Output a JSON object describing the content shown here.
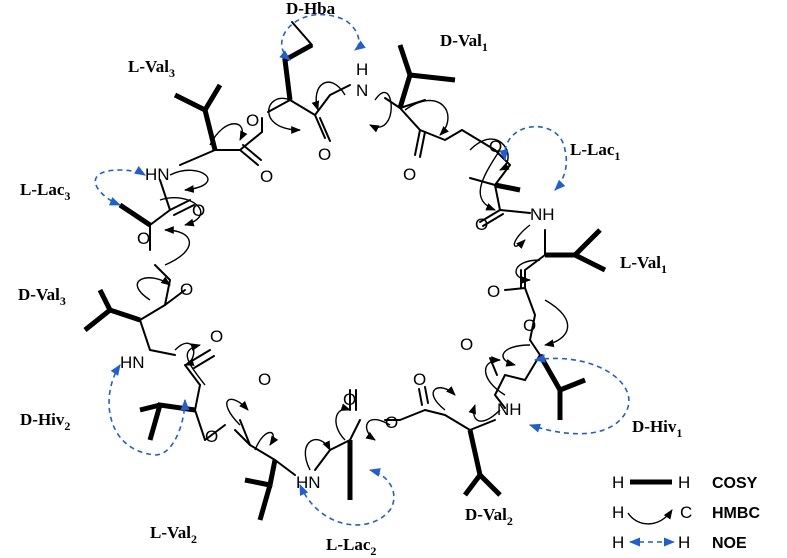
{
  "residues": {
    "d_hba": {
      "name": "D-Hba",
      "sub": ""
    },
    "d_val1": {
      "name": "D-Val",
      "sub": "1"
    },
    "l_val3": {
      "name": "L-Val",
      "sub": "3"
    },
    "l_lac1": {
      "name": "L-Lac",
      "sub": "1"
    },
    "l_lac3": {
      "name": "L-Lac",
      "sub": "3"
    },
    "l_val1": {
      "name": "L-Val",
      "sub": "1"
    },
    "d_val3": {
      "name": "D-Val",
      "sub": "3"
    },
    "d_hiv2": {
      "name": "D-Hiv",
      "sub": "2"
    },
    "d_hiv1": {
      "name": "D-Hiv",
      "sub": "1"
    },
    "l_val2": {
      "name": "L-Val",
      "sub": "2"
    },
    "l_lac2": {
      "name": "L-Lac",
      "sub": "2"
    },
    "d_val2": {
      "name": "D-Val",
      "sub": "2"
    }
  },
  "atoms": {
    "h": "H",
    "n": "N",
    "hn": "HN",
    "nh": "NH",
    "o": "O"
  },
  "legend": {
    "h": "H",
    "c": "C",
    "cosy": "COSY",
    "hmbc": "HMBC",
    "noe": "NOE"
  },
  "colors": {
    "noe_arrow": "#1f5fd6",
    "bond": "#000000"
  }
}
